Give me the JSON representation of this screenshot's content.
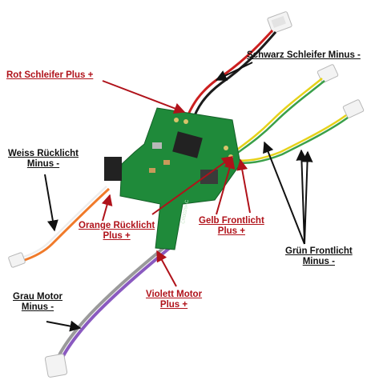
{
  "labels": {
    "rot_schleifer": {
      "line1": "Rot Schleifer Plus +"
    },
    "schwarz_schleifer": {
      "line1": "Schwarz Schleifer Minus -"
    },
    "weiss_ruecklicht": {
      "line1": "Weiss Rücklicht",
      "line2": "Minus -"
    },
    "orange_ruecklicht": {
      "line1": "Orange Rücklicht",
      "line2": "Plus +"
    },
    "gelb_frontlicht": {
      "line1": "Gelb Frontlicht",
      "line2": "Plus +"
    },
    "gruen_frontlicht": {
      "line1": "Grün Frontlicht",
      "line2": "Minus -"
    },
    "grau_motor": {
      "line1": "Grau Motor",
      "line2": "Minus -"
    },
    "violett_motor": {
      "line1": "Violett Motor",
      "line2": "Plus +"
    }
  },
  "board_marking": "CR0029AC",
  "colors": {
    "label_red": "#b0121a",
    "label_black": "#111111",
    "pcb_green": "#1f8a3a",
    "wire_red": "#cc1f1f",
    "wire_black": "#1c1c1c",
    "wire_yellow": "#e6d21a",
    "wire_green": "#3aa04a",
    "wire_orange": "#f07a2a",
    "wire_white": "#eeeeee",
    "wire_grey": "#9a9a9a",
    "wire_violet": "#8a5ac0"
  }
}
